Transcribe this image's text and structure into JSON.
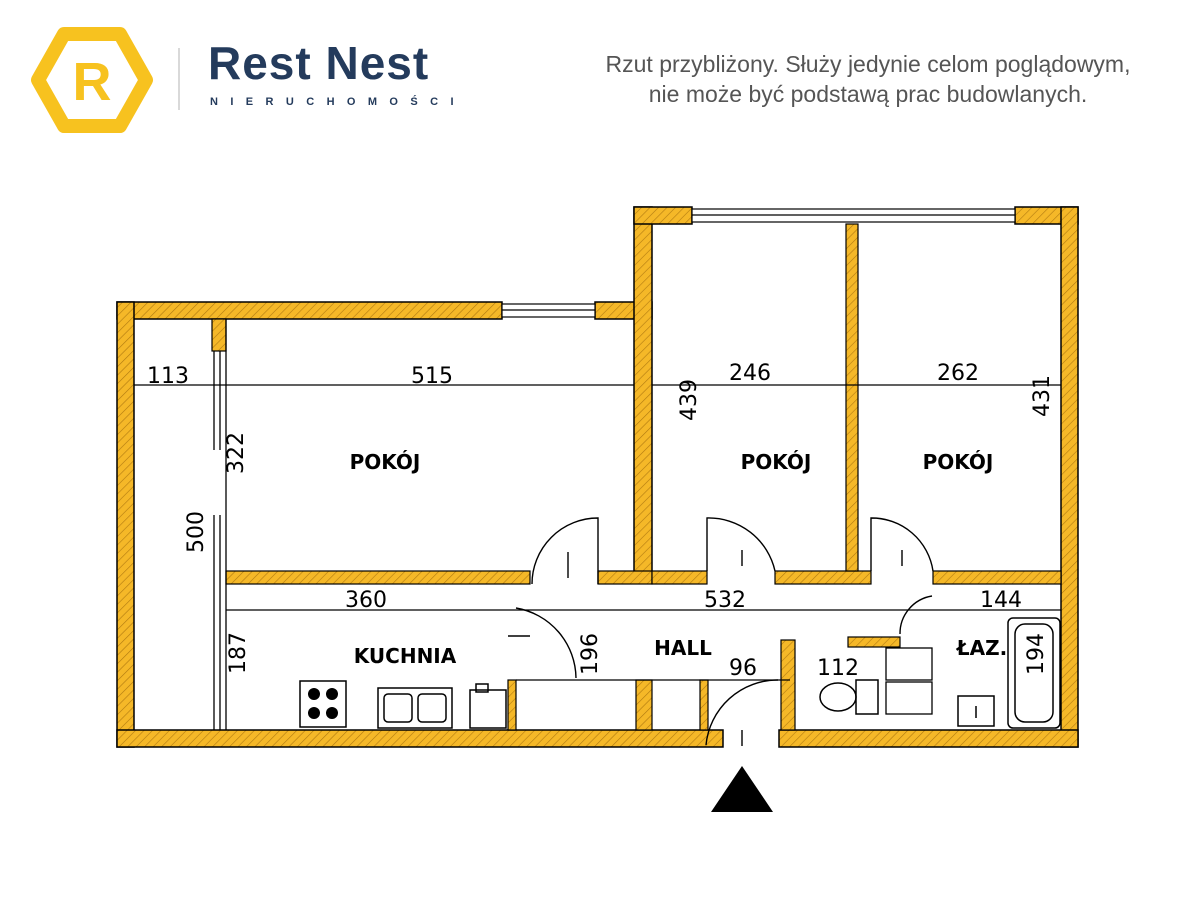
{
  "header": {
    "brand_name": "Rest Nest",
    "brand_subtitle": "NIERUCHOMOŚCI",
    "logo_letter": "R",
    "disclaimer_line1": "Rzut przybliżony. Służy jedynie celom poglądowym,",
    "disclaimer_line2": "nie może być podstawą prac budowlanych."
  },
  "colors": {
    "brand_navy": "#243b5c",
    "logo_yellow": "#f7c21f",
    "wall_fill": "#f5b828",
    "disclaimer_text": "#555555"
  },
  "floorplan": {
    "rooms": {
      "room_left": "POKÓJ",
      "room_middle": "POKÓJ",
      "room_right": "POKÓJ",
      "kitchen": "KUCHNIA",
      "hall": "HALL",
      "bathroom": "ŁAZ."
    },
    "dimensions": {
      "balcony_width": "113",
      "room_left_width": "515",
      "room_middle_width": "246",
      "room_right_width": "262",
      "room_middle_height": "439",
      "room_right_height": "431",
      "room_left_height": "322",
      "balcony_length": "500",
      "kitchen_width": "360",
      "hall_width": "532",
      "bathroom_width": "144",
      "kitchen_height": "187",
      "hall_height": "196",
      "entrance_width": "96",
      "wc_width": "112",
      "bathtub_length": "194"
    },
    "entrance_marker": "entrance-arrow-icon"
  }
}
